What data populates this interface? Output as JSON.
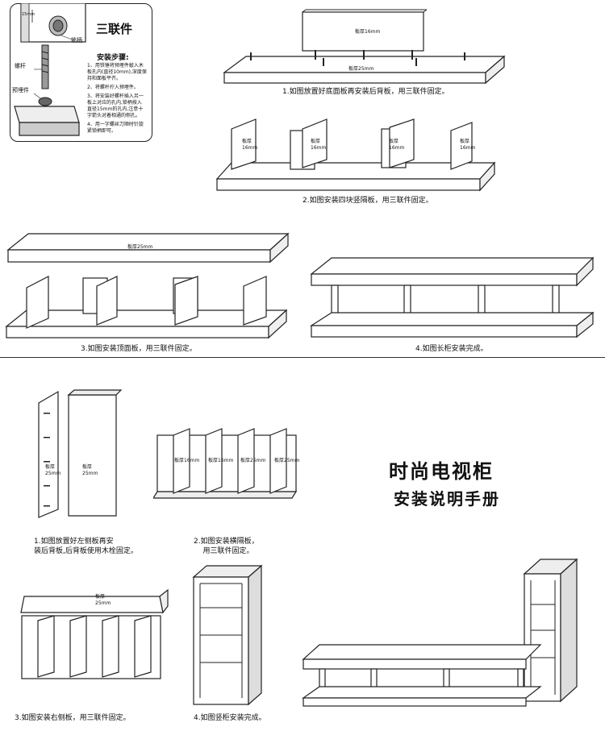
{
  "detail": {
    "title": "三联件",
    "lock_label": "锁柄",
    "rod_label": "螺杆",
    "nut_label": "预埋件",
    "dim_label": "15mm",
    "steps_title": "安装步骤:",
    "steps": [
      "1、用铁锤将预埋件敲入木",
      "板孔内(直径10mm),深度保",
      "持和面板平齐。",
      "2、将螺杆拧入预埋件。",
      "3、将安装好螺杆插入另一",
      "板上对应的孔内,锁柄按入",
      "直径15mm的孔内,注意十",
      "字箭头对着相通的侧孔。",
      "4、用一字螺丝刀顺时针旋",
      "紧锁柄即可。"
    ]
  },
  "long_cabinet": {
    "back_board": "板厚16mm",
    "bottom_board": "板厚25mm",
    "partition": "板厚\n16mm",
    "top_board": "板厚25mm",
    "step1": "1.如图放置好底面板再安装后背板，用三联件固定。",
    "step2": "2.如图安装四块竖隔板，用三联件固定。",
    "step3": "3.如图安装顶面板，用三联件固定。",
    "step4": "4.如图长柜安装完成。"
  },
  "tall_cabinet": {
    "side_board": "板厚\n25mm",
    "back_board": "板厚\n25mm",
    "shelf_16": "板厚16mm",
    "shelf_25": "板厚25mm",
    "top_board": "板厚\n25mm",
    "step1": "1.如图放置好左侧板再安\n装后背板,后背板使用木栓固定。",
    "step2": "2.如图安装横隔板，\n    用三联件固定。",
    "step3": "3.如图安装右侧板，用三联件固定。",
    "step4": "4.如图竖柜安装完成。"
  },
  "manual": {
    "title": "时尚电视柜",
    "subtitle": "安装说明手册"
  }
}
